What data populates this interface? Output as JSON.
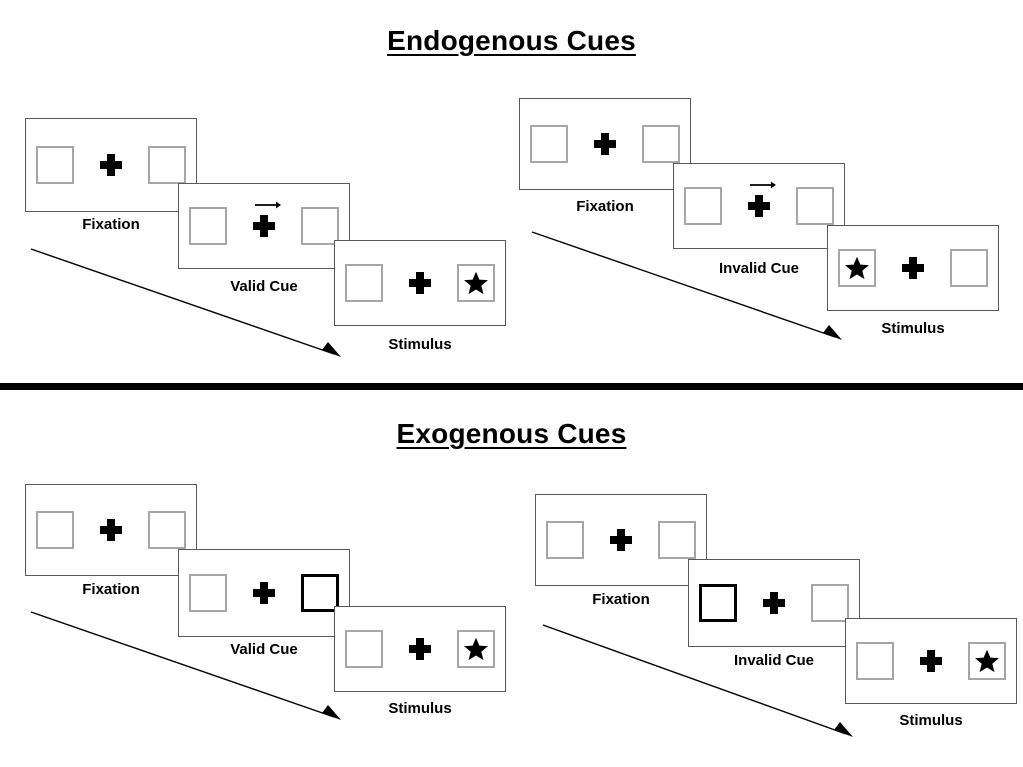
{
  "figure": {
    "title_top": "Endogenous Cues",
    "title_bottom": "Exogenous Cues"
  },
  "labels": {
    "fixation": "Fixation",
    "valid_cue": "Valid Cue",
    "invalid_cue": "Invalid Cue",
    "stimulus": "Stimulus"
  },
  "sections": [
    {
      "name": "endogenous",
      "title": "Endogenous Cues",
      "sequences": [
        {
          "name": "valid",
          "panels": [
            {
              "label": "Fixation",
              "cue": "none",
              "left_box": "empty",
              "right_box": "empty"
            },
            {
              "label": "Valid Cue",
              "cue": "arrow-right",
              "left_box": "empty",
              "right_box": "empty"
            },
            {
              "label": "Stimulus",
              "cue": "none",
              "left_box": "empty",
              "right_box": "star"
            }
          ]
        },
        {
          "name": "invalid",
          "panels": [
            {
              "label": "Fixation",
              "cue": "none",
              "left_box": "empty",
              "right_box": "empty"
            },
            {
              "label": "Invalid Cue",
              "cue": "arrow-right",
              "left_box": "empty",
              "right_box": "empty"
            },
            {
              "label": "Stimulus",
              "cue": "none",
              "left_box": "star",
              "right_box": "empty"
            }
          ]
        }
      ]
    },
    {
      "name": "exogenous",
      "title": "Exogenous Cues",
      "sequences": [
        {
          "name": "valid",
          "panels": [
            {
              "label": "Fixation",
              "cue": "none",
              "left_box": "empty",
              "right_box": "empty"
            },
            {
              "label": "Valid Cue",
              "cue": "none",
              "left_box": "empty",
              "right_box": "highlight"
            },
            {
              "label": "Stimulus",
              "cue": "none",
              "left_box": "empty",
              "right_box": "star"
            }
          ]
        },
        {
          "name": "invalid",
          "panels": [
            {
              "label": "Fixation",
              "cue": "none",
              "left_box": "empty",
              "right_box": "empty"
            },
            {
              "label": "Invalid Cue",
              "cue": "none",
              "left_box": "highlight",
              "right_box": "empty"
            },
            {
              "label": "Stimulus",
              "cue": "none",
              "left_box": "empty",
              "right_box": "star"
            }
          ]
        }
      ]
    }
  ],
  "icons": {
    "fixation_cross": "plus-cross-icon",
    "cue_arrow": "arrow-right-icon",
    "target": "star-icon",
    "flow": "diagonal-arrow-icon"
  },
  "colors": {
    "ink": "#000000",
    "panel_border": "#595959",
    "box_border": "#a6a6a6",
    "cued_box_border": "#000000",
    "background": "#ffffff"
  }
}
